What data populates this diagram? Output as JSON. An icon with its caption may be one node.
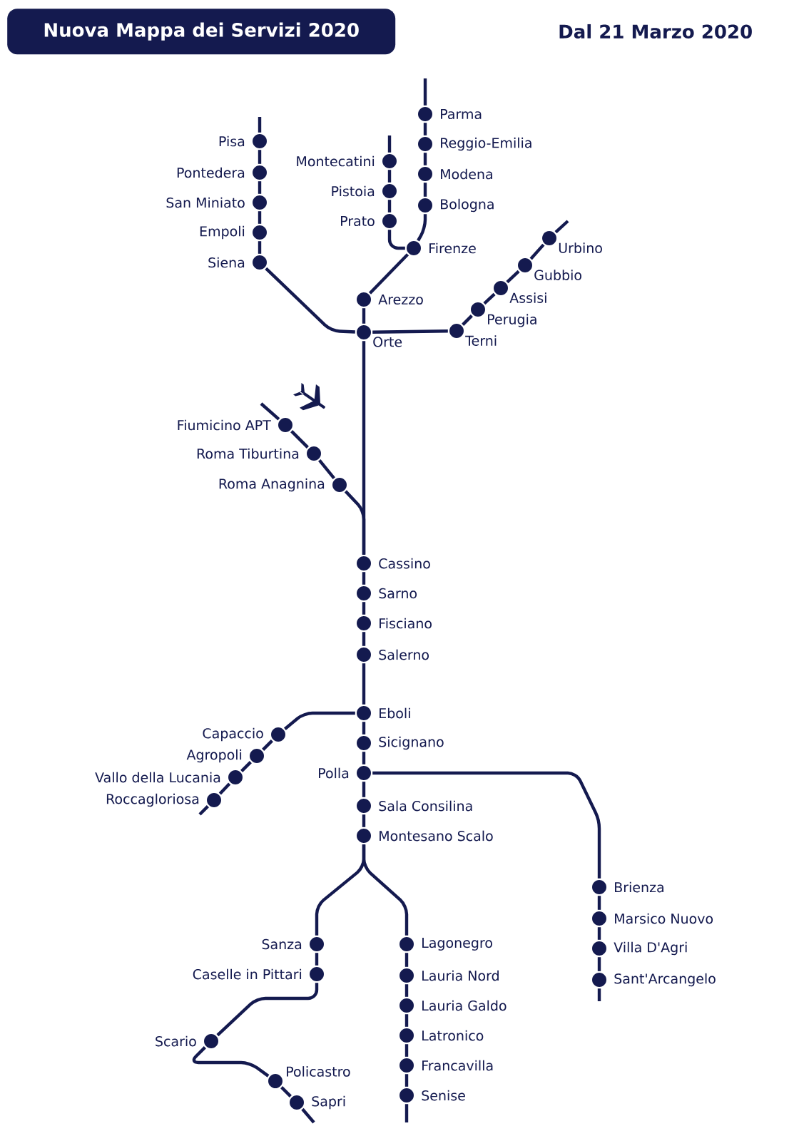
{
  "diagram": {
    "title": "Nuova Mappa dei Servizi 2020",
    "nodes": [
      {
        "text": [],
        "shape": "circle",
        "beside": [
          "Pisa"
        ]
      },
      {
        "text": [],
        "shape": "circle",
        "beside": [
          "Pontedera"
        ]
      },
      {
        "text": [],
        "shape": "circle",
        "beside": [
          "San Miniato"
        ]
      },
      {
        "text": [],
        "shape": "circle",
        "beside": [
          "Empoli"
        ]
      },
      {
        "text": [],
        "shape": "circle",
        "beside": [
          "Siena"
        ]
      },
      {
        "text": [],
        "shape": "circle",
        "beside": [
          "Parma"
        ]
      },
      {
        "text": [],
        "shape": "circle",
        "beside": [
          "Reggio-Emilia"
        ]
      },
      {
        "text": [],
        "shape": "circle",
        "beside": [
          "Modena"
        ]
      },
      {
        "text": [],
        "shape": "circle",
        "beside": [
          "Bologna"
        ]
      },
      {
        "text": [],
        "shape": "circle",
        "beside": [
          "Montecatini"
        ]
      },
      {
        "text": [],
        "shape": "circle",
        "beside": [
          "Pistoia"
        ]
      },
      {
        "text": [],
        "shape": "circle",
        "beside": [
          "Prato"
        ]
      },
      {
        "text": [],
        "shape": "circle",
        "beside": [
          "Firenze"
        ]
      },
      {
        "text": [],
        "shape": "circle",
        "beside": [
          "Urbino"
        ]
      },
      {
        "text": [],
        "shape": "circle",
        "beside": [
          "Gubbio"
        ]
      },
      {
        "text": [],
        "shape": "circle",
        "beside": [
          "Assisi"
        ]
      },
      {
        "text": [],
        "shape": "circle",
        "beside": [
          "Perugia"
        ]
      },
      {
        "text": [],
        "shape": "circle",
        "beside": [
          "Terni"
        ]
      },
      {
        "text": [],
        "shape": "circle",
        "beside": [
          "Arezzo"
        ]
      },
      {
        "text": [],
        "shape": "circle",
        "beside": [
          "Orte"
        ]
      },
      {
        "text": [],
        "shape": "circle",
        "beside": [
          "Fiumicino APT"
        ]
      },
      {
        "text": [],
        "shape": "circle",
        "beside": [
          "Roma Tiburtina"
        ]
      },
      {
        "text": [],
        "shape": "circle",
        "beside": [
          "Roma Anagnina"
        ]
      },
      {
        "text": [],
        "shape": "circle",
        "beside": [
          "Cassino"
        ]
      },
      {
        "text": [],
        "shape": "circle",
        "beside": [
          "Sarno"
        ]
      },
      {
        "text": [],
        "shape": "circle",
        "beside": [
          "Fisciano"
        ]
      },
      {
        "text": [],
        "shape": "circle",
        "beside": [
          "Salerno"
        ]
      },
      {
        "text": [],
        "shape": "circle",
        "beside": [
          "Capaccio"
        ]
      },
      {
        "text": [],
        "shape": "circle",
        "beside": [
          "Agropoli"
        ]
      },
      {
        "text": [],
        "shape": "circle",
        "beside": [
          "Vallo della Lucania"
        ]
      },
      {
        "text": [],
        "shape": "circle",
        "beside": [
          "Roccagloriosa"
        ]
      },
      {
        "text": [],
        "shape": "circle",
        "beside": [
          "Eboli"
        ]
      },
      {
        "text": [],
        "shape": "circle",
        "beside": [
          "Sicignano"
        ]
      },
      {
        "text": [],
        "shape": "circle",
        "beside": [
          "Polla"
        ]
      },
      {
        "text": [],
        "shape": "circle",
        "beside": [
          "Sala Consilina"
        ]
      },
      {
        "text": [],
        "shape": "circle",
        "beside": [
          "Montesano Scalo"
        ]
      },
      {
        "text": [],
        "shape": "circle",
        "beside": [
          "Brienza"
        ]
      },
      {
        "text": [],
        "shape": "circle",
        "beside": [
          "Marsico Nuovo"
        ]
      },
      {
        "text": [],
        "shape": "circle",
        "beside": [
          "Villa D'Agri"
        ]
      },
      {
        "text": [],
        "shape": "circle",
        "beside": [
          "Sant'Arcangelo"
        ]
      },
      {
        "text": [],
        "shape": "circle",
        "beside": [
          "Sanza"
        ]
      },
      {
        "text": [],
        "shape": "circle",
        "beside": [
          "Caselle in Pittari"
        ]
      },
      {
        "text": [],
        "shape": "circle",
        "beside": [
          "Scario"
        ]
      },
      {
        "text": [],
        "shape": "circle",
        "beside": [
          "Policastro"
        ]
      },
      {
        "text": [],
        "shape": "circle",
        "beside": [
          "Sapri"
        ]
      },
      {
        "text": [],
        "shape": "circle",
        "beside": [
          "Lagonegro"
        ]
      },
      {
        "text": [],
        "shape": "circle",
        "beside": [
          "Lauria Nord"
        ]
      },
      {
        "text": [],
        "shape": "circle",
        "beside": [
          "Lauria Galdo"
        ]
      },
      {
        "text": [],
        "shape": "circle",
        "beside": [
          "Latronico"
        ]
      },
      {
        "text": [],
        "shape": "circle",
        "beside": [
          "Francavilla"
        ]
      },
      {
        "text": [],
        "shape": "circle",
        "beside": [
          "Senise"
        ]
      }
    ],
    "edges": [
      {
        "from": 0,
        "to": 1,
        "arrow": "none"
      },
      {
        "from": 1,
        "to": 2,
        "arrow": "none"
      },
      {
        "from": 2,
        "to": 3,
        "arrow": "none"
      },
      {
        "from": 3,
        "to": 4,
        "arrow": "none"
      },
      {
        "from": 4,
        "to": 19,
        "arrow": "none"
      },
      {
        "from": 5,
        "to": 6,
        "arrow": "none"
      },
      {
        "from": 6,
        "to": 7,
        "arrow": "none"
      },
      {
        "from": 7,
        "to": 8,
        "arrow": "none"
      },
      {
        "from": 8,
        "to": 12,
        "arrow": "none"
      },
      {
        "from": 9,
        "to": 10,
        "arrow": "none"
      },
      {
        "from": 10,
        "to": 11,
        "arrow": "none"
      },
      {
        "from": 11,
        "to": 12,
        "arrow": "none"
      },
      {
        "from": 12,
        "to": 18,
        "arrow": "none"
      },
      {
        "from": 18,
        "to": 19,
        "arrow": "none"
      },
      {
        "from": 13,
        "to": 14,
        "arrow": "none"
      },
      {
        "from": 14,
        "to": 15,
        "arrow": "none"
      },
      {
        "from": 15,
        "to": 16,
        "arrow": "none"
      },
      {
        "from": 16,
        "to": 17,
        "arrow": "none"
      },
      {
        "from": 17,
        "to": 19,
        "arrow": "none"
      },
      {
        "from": 19,
        "to": 23,
        "arrow": "none"
      },
      {
        "from": 20,
        "to": 21,
        "arrow": "none"
      },
      {
        "from": 21,
        "to": 22,
        "arrow": "none"
      },
      {
        "from": 22,
        "to": 23,
        "arrow": "none"
      },
      {
        "from": 23,
        "to": 24,
        "arrow": "none"
      },
      {
        "from": 24,
        "to": 25,
        "arrow": "none"
      },
      {
        "from": 25,
        "to": 26,
        "arrow": "none"
      },
      {
        "from": 26,
        "to": 31,
        "arrow": "none"
      },
      {
        "from": 31,
        "to": 27,
        "arrow": "none"
      },
      {
        "from": 27,
        "to": 28,
        "arrow": "none"
      },
      {
        "from": 28,
        "to": 29,
        "arrow": "none"
      },
      {
        "from": 29,
        "to": 30,
        "arrow": "none"
      },
      {
        "from": 31,
        "to": 32,
        "arrow": "none"
      },
      {
        "from": 32,
        "to": 33,
        "arrow": "none"
      },
      {
        "from": 33,
        "to": 36,
        "arrow": "none"
      },
      {
        "from": 36,
        "to": 37,
        "arrow": "none"
      },
      {
        "from": 37,
        "to": 38,
        "arrow": "none"
      },
      {
        "from": 38,
        "to": 39,
        "arrow": "none"
      },
      {
        "from": 33,
        "to": 34,
        "arrow": "none"
      },
      {
        "from": 34,
        "to": 35,
        "arrow": "none"
      },
      {
        "from": 35,
        "to": 40,
        "arrow": "none"
      },
      {
        "from": 35,
        "to": 45,
        "arrow": "none"
      },
      {
        "from": 40,
        "to": 41,
        "arrow": "none"
      },
      {
        "from": 41,
        "to": 42,
        "arrow": "none"
      },
      {
        "from": 42,
        "to": 43,
        "arrow": "none"
      },
      {
        "from": 43,
        "to": 44,
        "arrow": "none"
      },
      {
        "from": 45,
        "to": 46,
        "arrow": "none"
      },
      {
        "from": 46,
        "to": 47,
        "arrow": "none"
      },
      {
        "from": 47,
        "to": 48,
        "arrow": "none"
      },
      {
        "from": 48,
        "to": 49,
        "arrow": "none"
      },
      {
        "from": 49,
        "to": 50,
        "arrow": "none"
      }
    ],
    "labels": [
      "Dal 21 Marzo 2020"
    ]
  }
}
